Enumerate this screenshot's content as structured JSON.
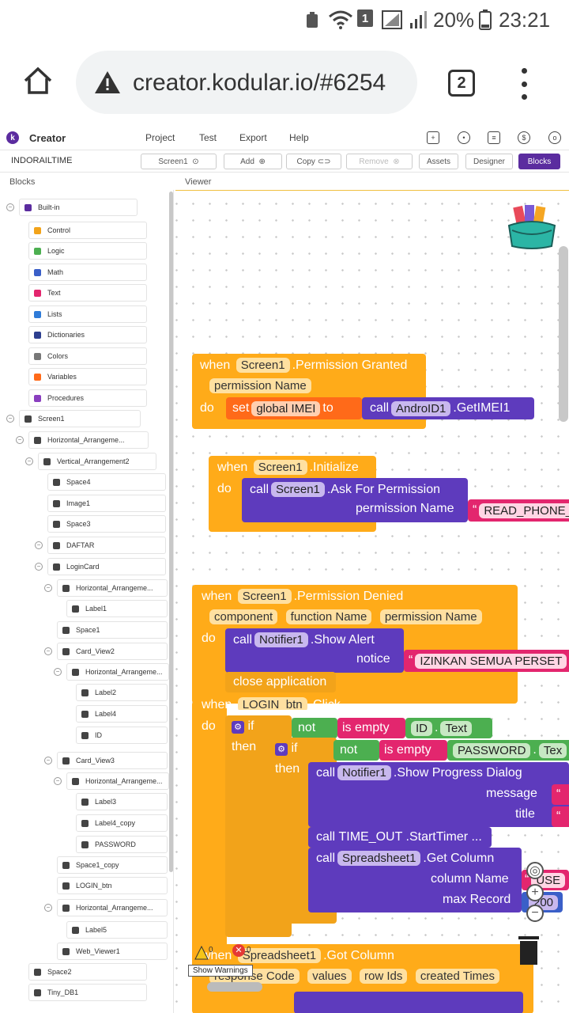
{
  "status_bar": {
    "battery": "20%",
    "time": "23:21",
    "sim_number": "1"
  },
  "browser": {
    "url": "creator.kodular.io/#6254",
    "tab_count": "2"
  },
  "app": {
    "brand": "Creator",
    "menu": [
      "Project",
      "Test",
      "Export",
      "Help"
    ],
    "project_name": "INDORAILTIME",
    "screen_select": "Screen1",
    "add_label": "Add",
    "copy_label": "Copy",
    "remove_label": "Remove",
    "assets_label": "Assets",
    "designer_label": "Designer",
    "blocks_label": "Blocks",
    "blocks_header": "Blocks",
    "viewer_header": "Viewer"
  },
  "tree": [
    {
      "label": "Built-in",
      "color": "#5b2c9f"
    },
    {
      "label": "Control",
      "color": "#f2a31a"
    },
    {
      "label": "Logic",
      "color": "#4caf50"
    },
    {
      "label": "Math",
      "color": "#3a5fc8"
    },
    {
      "label": "Text",
      "color": "#e3266e"
    },
    {
      "label": "Lists",
      "color": "#2f7bd8"
    },
    {
      "label": "Dictionaries",
      "color": "#2d3f8f"
    },
    {
      "label": "Colors",
      "color": "#777777"
    },
    {
      "label": "Variables",
      "color": "#ff6a19"
    },
    {
      "label": "Procedures",
      "color": "#8a3fbf"
    },
    {
      "label": "Screen1",
      "color": "#444444"
    },
    {
      "label": "Horizontal_Arrangeme...",
      "color": "#444444"
    },
    {
      "label": "Vertical_Arrangement2",
      "color": "#444444"
    },
    {
      "label": "Space4",
      "color": "#444444"
    },
    {
      "label": "Image1",
      "color": "#444444"
    },
    {
      "label": "Space3",
      "color": "#444444"
    },
    {
      "label": "DAFTAR",
      "color": "#444444"
    },
    {
      "label": "LoginCard",
      "color": "#444444"
    },
    {
      "label": "Horizontal_Arrangeme...",
      "color": "#444444"
    },
    {
      "label": "Label1",
      "color": "#444444"
    },
    {
      "label": "Space1",
      "color": "#444444"
    },
    {
      "label": "Card_View2",
      "color": "#444444"
    },
    {
      "label": "Horizontal_Arrangeme...",
      "color": "#444444"
    },
    {
      "label": "Label2",
      "color": "#444444"
    },
    {
      "label": "Label4",
      "color": "#444444"
    },
    {
      "label": "ID",
      "color": "#444444"
    },
    {
      "label": "Card_View3",
      "color": "#444444"
    },
    {
      "label": "Horizontal_Arrangeme...",
      "color": "#444444"
    },
    {
      "label": "Label3",
      "color": "#444444"
    },
    {
      "label": "Label4_copy",
      "color": "#444444"
    },
    {
      "label": "PASSWORD",
      "color": "#444444"
    },
    {
      "label": "Space1_copy",
      "color": "#444444"
    },
    {
      "label": "LOGIN_btn",
      "color": "#444444"
    },
    {
      "label": "Horizontal_Arrangeme...",
      "color": "#444444"
    },
    {
      "label": "Label5",
      "color": "#444444"
    },
    {
      "label": "Web_Viewer1",
      "color": "#444444"
    },
    {
      "label": "Space2",
      "color": "#444444"
    },
    {
      "label": "Tiny_DB1",
      "color": "#444444"
    }
  ],
  "blocks": {
    "when": "when",
    "do": "do",
    "then": "then",
    "call": "call",
    "set": "set",
    "to": "to",
    "if": "if",
    "not": "not",
    "is_empty": "is empty",
    "b1": {
      "comp": "Screen1",
      "event": ".Permission Granted",
      "param": "permission Name",
      "var": "global IMEI",
      "comp2": "AndroID1",
      "method": ".GetIMEI1"
    },
    "b2": {
      "comp": "Screen1",
      "event": ".Initialize",
      "comp2": "Screen1",
      "method": ".Ask For Permission",
      "arg": "permission Name",
      "text": "READ_PHONE_"
    },
    "b3": {
      "comp": "Screen1",
      "event": ".Permission Denied",
      "p1": "component",
      "p2": "function Name",
      "p3": "permission Name",
      "comp2": "Notifier1",
      "method": ".Show Alert",
      "arg": "notice",
      "text": "IZINKAN SEMUA PERSET",
      "close": "close application"
    },
    "b4": {
      "comp": "LOGIN_btn",
      "event": ".Click",
      "id": "ID",
      "text_prop": "Text",
      "pw": "PASSWORD",
      "text_prop2": "Tex",
      "comp2": "Notifier1",
      "method": ".Show Progress Dialog",
      "arg1": "message",
      "arg2": "title",
      "timer": "TIME_OUT .StartTimer ...",
      "comp3": "Spreadsheet1",
      "method3": ".Get Column",
      "arg3": "column Name",
      "arg4": "max Record",
      "text3": "USE",
      "num": "200"
    },
    "b5": {
      "comp": "Spreadsheet1",
      "event": ".Got Column",
      "p1": "response Code",
      "p2": "values",
      "p3": "row Ids",
      "p4": "created Times"
    },
    "warnings_label": "Show Warnings",
    "warn_count": "0",
    "err_count": "0"
  }
}
